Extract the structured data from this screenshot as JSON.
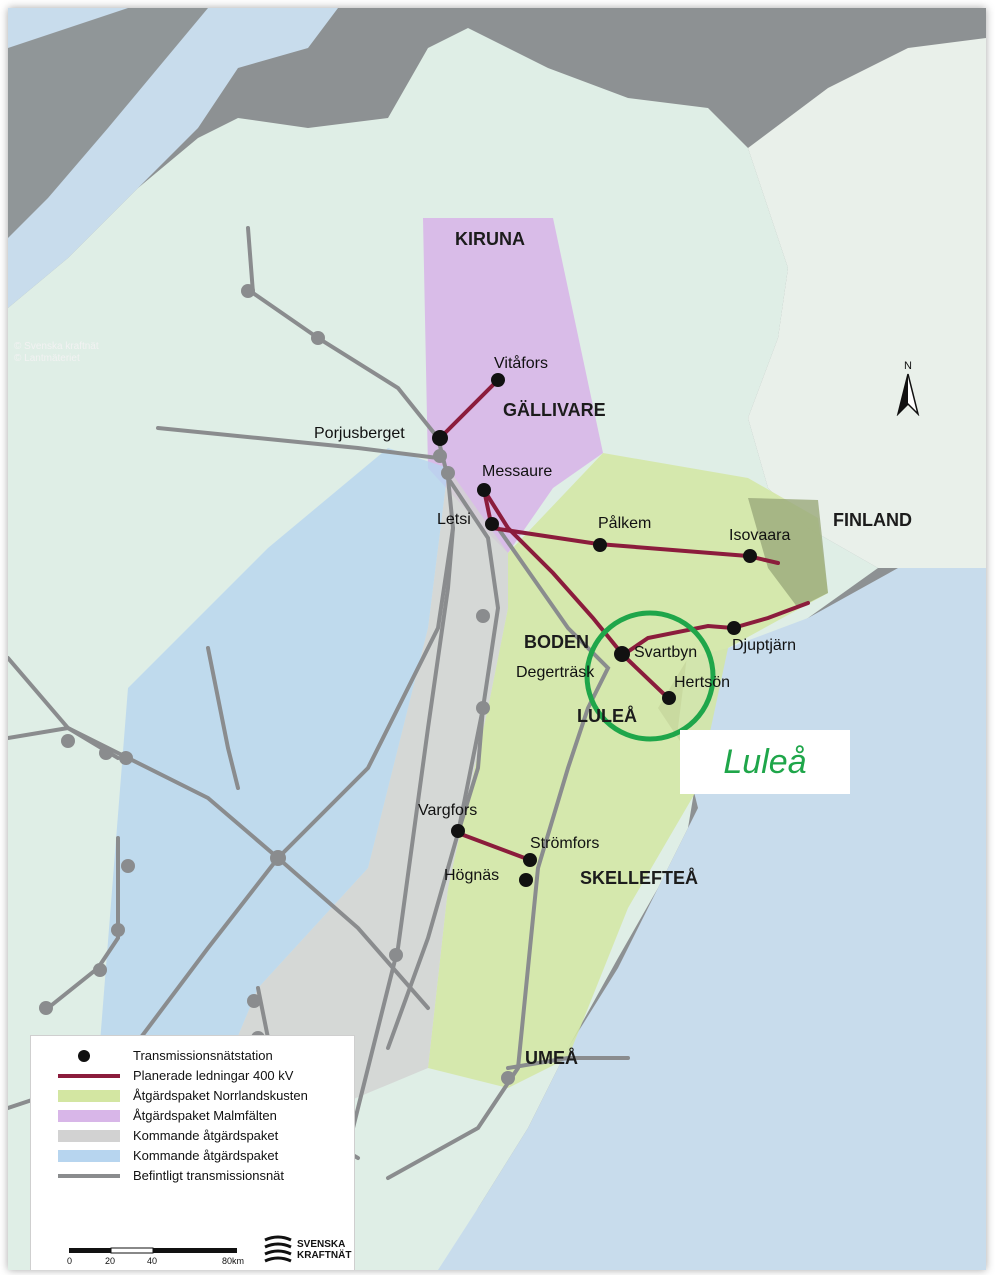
{
  "map": {
    "credits": [
      "© Svenska kraftnät",
      "© Lantmäteriet"
    ],
    "north_label": "N",
    "region_labels": {
      "kiruna": "KIRUNA",
      "gallivare": "GÄLLIVARE",
      "boden": "BODEN",
      "lulea": "LULEÅ",
      "skelleftea": "SKELLEFTEÅ",
      "umea": "UMEÅ",
      "finland": "FINLAND"
    },
    "station_labels": {
      "vitafors": "Vitåfors",
      "porjusberget": "Porjusberget",
      "messaure": "Messaure",
      "letsi": "Letsi",
      "palkem": "Pålkem",
      "isovaara": "Isovaara",
      "djuptjarn": "Djuptjärn",
      "svartbyn": "Svartbyn",
      "degertrask": "Degerträsk",
      "hertson": "Hertsön",
      "vargfors": "Vargfors",
      "stromfors": "Strömfors",
      "hognas": "Högnäs"
    },
    "highlight": {
      "label": "Luleå",
      "color": "#1fa64a"
    },
    "colors": {
      "land": "#dfeee6",
      "sea": "#c8dcec",
      "outside": "#8d9193",
      "planned_line": "#8b1c3c",
      "existing_line": "#8a8c8e",
      "norrlandskusten": "#d3e6a2",
      "malmfalten": "#d8b6e8",
      "kommande_grey": "#d2d2d2",
      "kommande_blue": "#b7d5ef"
    }
  },
  "legend": {
    "items": [
      {
        "label": "Transmissionsnätstation",
        "symbol": "station-dot"
      },
      {
        "label": "Planerade ledningar 400 kV",
        "symbol": "planned-line"
      },
      {
        "label": "Åtgärdspaket Norrlandskusten",
        "symbol": "green-area"
      },
      {
        "label": "Åtgärdspaket Malmfälten",
        "symbol": "purple-area"
      },
      {
        "label": "Kommande åtgärdspaket",
        "symbol": "grey-area"
      },
      {
        "label": "Kommande åtgärdspaket",
        "symbol": "blue-area"
      },
      {
        "label": "Befintligt transmissionsnät",
        "symbol": "existing-line"
      }
    ],
    "scale": {
      "ticks": [
        "0",
        "20",
        "40",
        "80km"
      ]
    },
    "logo": {
      "line1": "SVENSKA",
      "line2": "KRAFTNÄT"
    }
  }
}
